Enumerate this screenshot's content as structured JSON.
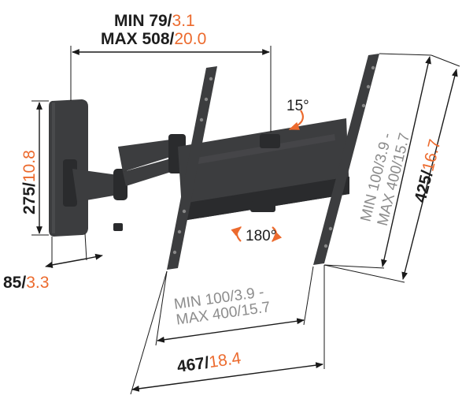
{
  "labels": {
    "arm_min_mm": "MIN 79/",
    "arm_min_in": "3.1",
    "arm_max_mm": "MAX 508/",
    "arm_max_in": "20.0",
    "tilt": "15°",
    "swivel": "180°",
    "plate_height_mm": "275/",
    "plate_height_in": "10.8",
    "plate_depth_mm": "85/",
    "plate_depth_in": "3.3",
    "vesa_h_line1_mm": "MIN 100/",
    "vesa_h_line1_in": "3.9 -",
    "vesa_h_line2_mm": "MAX 400/",
    "vesa_h_line2_in": "15.7",
    "vesa_v_line1_mm": "MIN 100/",
    "vesa_v_line1_in": "3.9 -",
    "vesa_v_line2_mm": "MAX 400/",
    "vesa_v_line2_in": "15.7",
    "height_mm": "425/",
    "height_in": "16.7",
    "width_mm": "467/",
    "width_in": "18.4"
  },
  "colors": {
    "metric": "#1d1d1d",
    "imperial_accent": "#ec6a2d",
    "vesa_text": "#8c8c8c",
    "metal": "#3c3d3f"
  }
}
